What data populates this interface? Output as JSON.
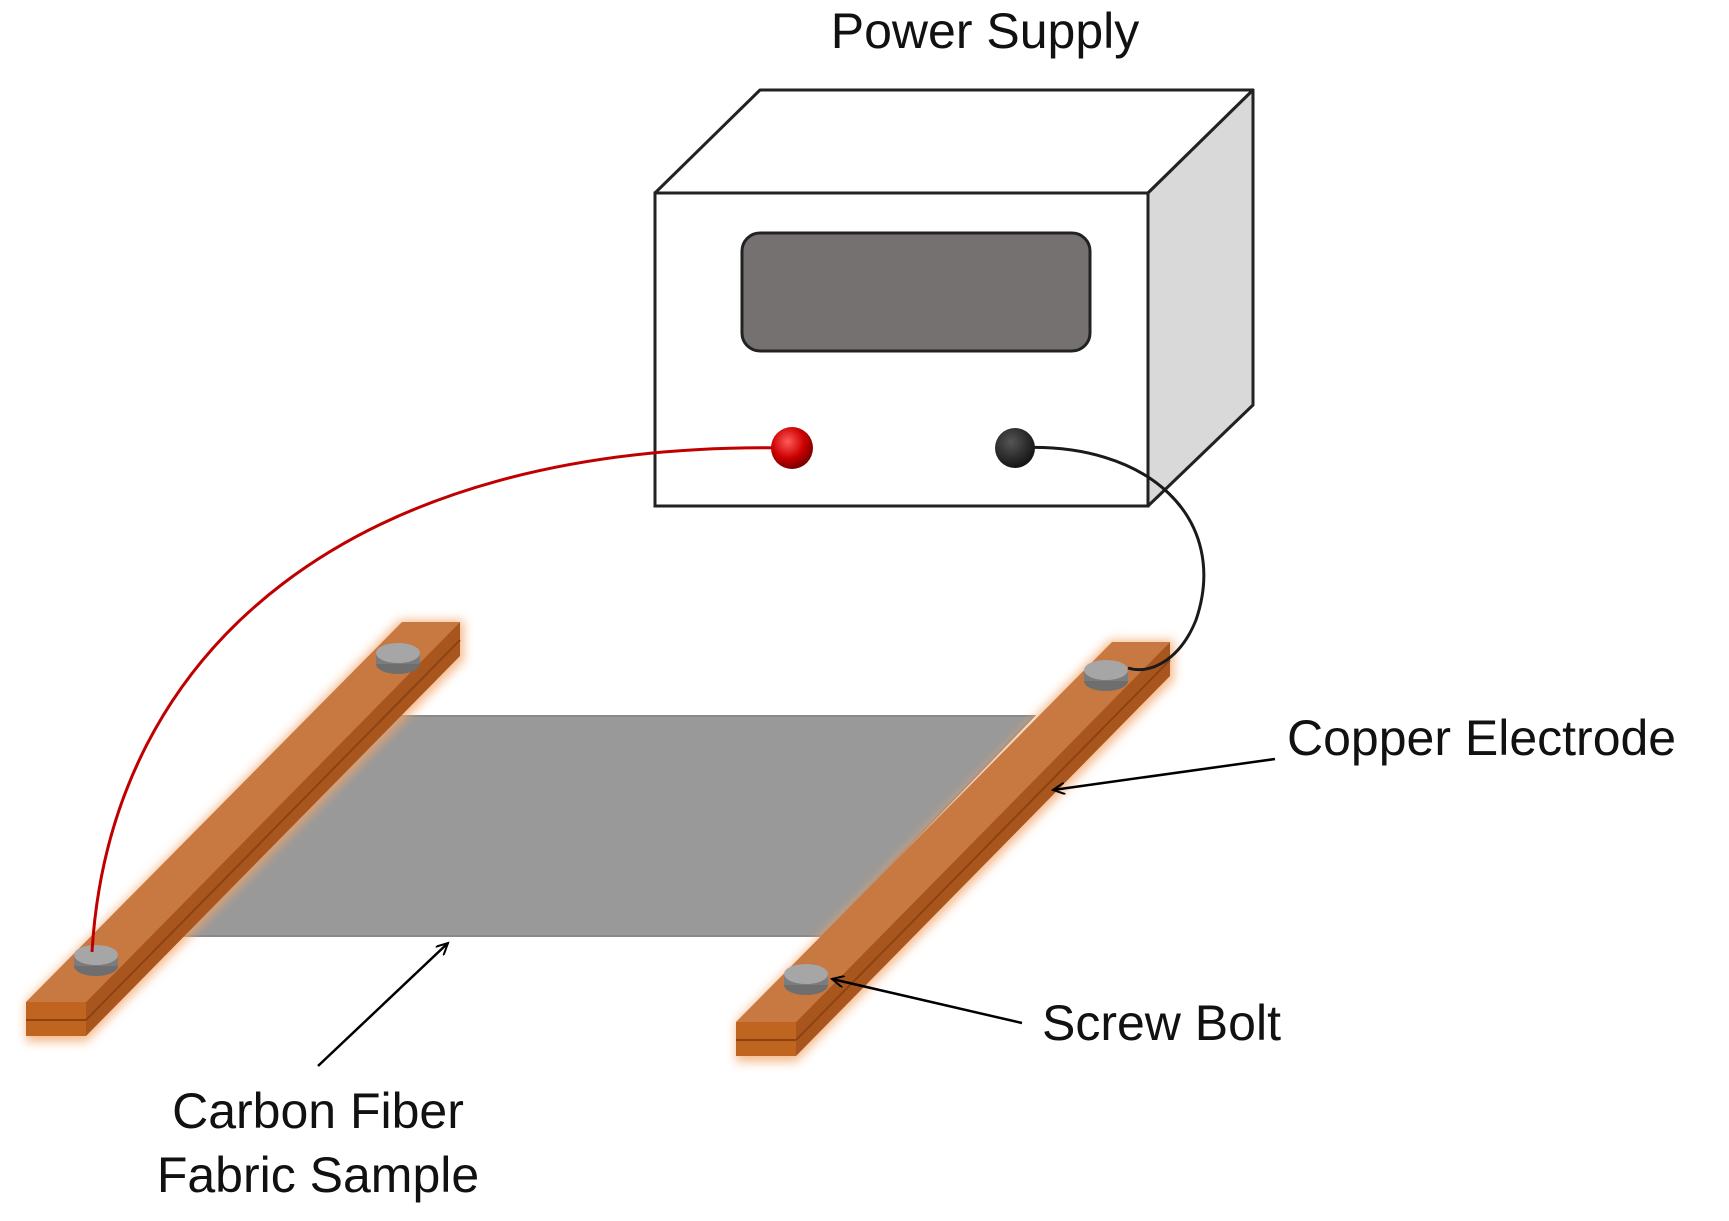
{
  "labels": {
    "power_supply": "Power Supply",
    "copper_electrode": "Copper Electrode",
    "screw_bolt": "Screw Bolt",
    "carbon_fiber_line1": "Carbon Fiber",
    "carbon_fiber_line2": "Fabric Sample"
  },
  "colors": {
    "copper_top": "#c87941",
    "copper_side": "#a9561e",
    "copper_glow": "#f3a56a",
    "fabric": "#999999",
    "box_front": "#ffffff",
    "box_side": "#d9d9d9",
    "display": "#767171",
    "red_terminal": "#cc0000",
    "black_terminal": "#262626",
    "red_wire": "#c00000",
    "black_wire": "#1a1a1a",
    "bolt": "#8c8c8c"
  }
}
